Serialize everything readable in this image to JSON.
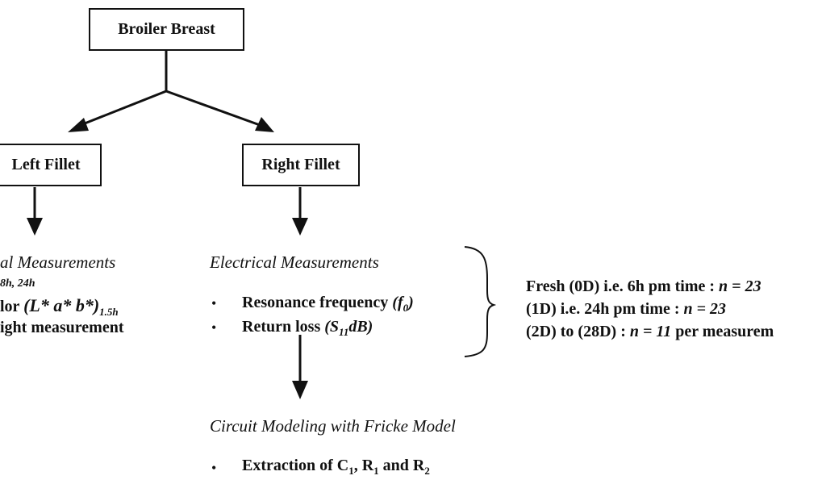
{
  "root": {
    "label": "Broiler Breast"
  },
  "left": {
    "label": "Left Fillet",
    "heading": "al Measurements",
    "line1": "8h, 24h",
    "line2_prefix": "lor ",
    "line2_formula": "(L* a* b*)",
    "line2_sub": "1.5h",
    "line3": "ight measurement"
  },
  "right": {
    "label": "Right Fillet",
    "heading": "Electrical Measurements",
    "bullets": [
      {
        "text": "Resonance frequency ",
        "formula": "(f",
        "sub": "0",
        "end": ")"
      },
      {
        "text": "Return loss ",
        "formula": "(S",
        "sub": "11",
        "end": "dB)"
      }
    ],
    "bullet_char": "•"
  },
  "timing": [
    {
      "pre": "Fresh  (0D)  i.e.  6h pm  time : ",
      "n": "n = 23",
      "post": ""
    },
    {
      "pre": "(1D) i.e.  24h pm  time : ",
      "n": "n = 23",
      "post": ""
    },
    {
      "pre": "(2D) to (28D) : ",
      "n": "n = 11",
      "post": " per measurem"
    }
  ],
  "modeling": {
    "heading": "Circuit Modeling with Fricke Model",
    "bullet": {
      "text": "Extraction  of C",
      "s1": "1",
      "m1": ", R",
      "s2": "1",
      "m2": " and R",
      "s3": "2"
    }
  }
}
